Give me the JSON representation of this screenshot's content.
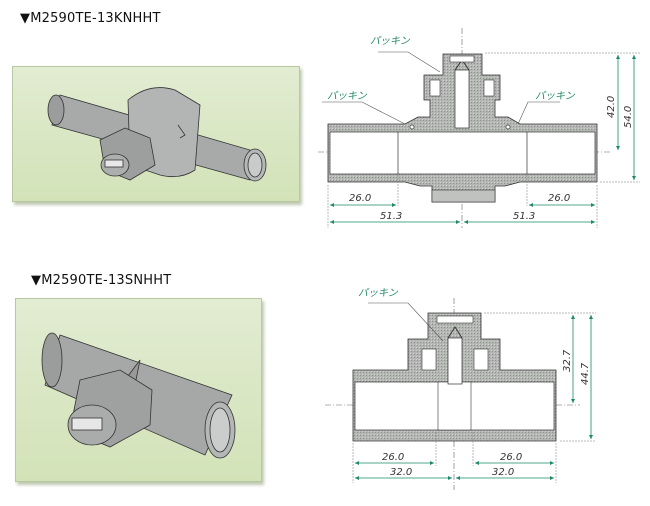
{
  "sections": [
    {
      "model": "▼M2590TE-13KNHHT",
      "packing_labels": [
        "パッキン",
        "パッキン",
        "パッキン"
      ],
      "dimensions": {
        "left_inner": "26.0",
        "left_outer": "51.3",
        "right_inner": "26.0",
        "right_outer": "51.3",
        "height_center": "42.0",
        "height_total": "54.0"
      }
    },
    {
      "model": "▼M2590TE-13SNHHT",
      "packing_labels": [
        "パッキン"
      ],
      "dimensions": {
        "left_inner": "26.0",
        "left_outer": "32.0",
        "right_inner": "26.0",
        "right_outer": "32.0",
        "height_center": "32.7",
        "height_total": "44.7"
      }
    }
  ],
  "colors": {
    "dimension_arrow": "#1a8a6a",
    "panel_bg": "#dce8c8",
    "part_gray": "#a4a8a6"
  }
}
